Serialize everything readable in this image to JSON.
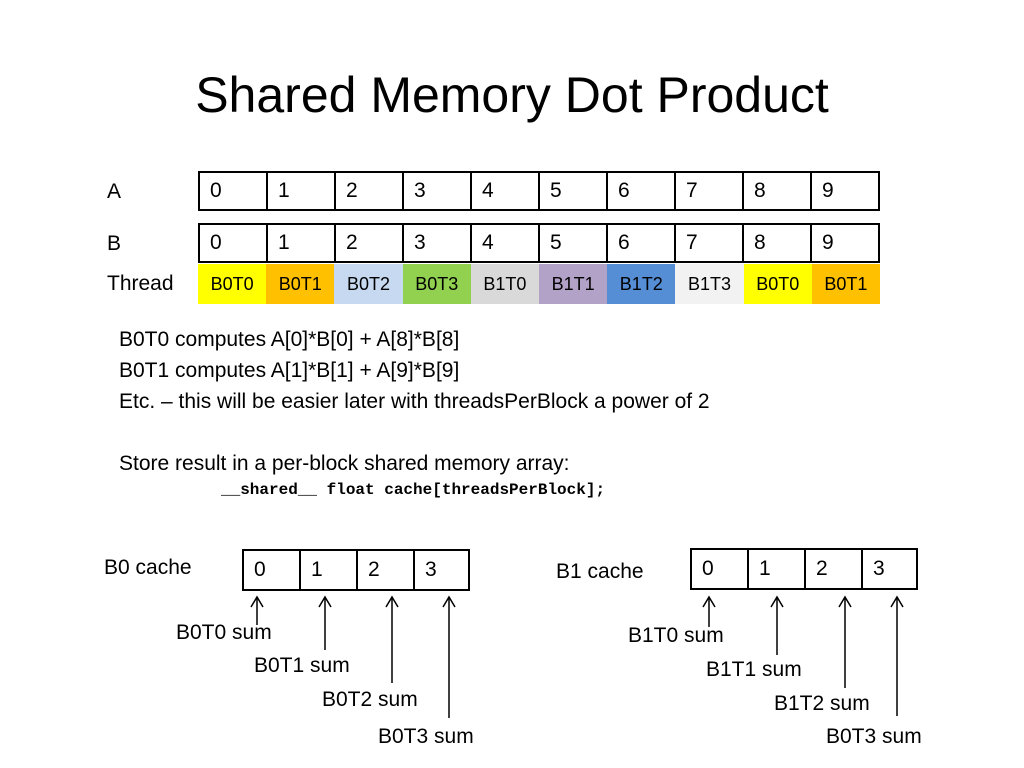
{
  "title": "Shared Memory Dot Product",
  "array_a": {
    "label": "A",
    "cells": [
      "0",
      "1",
      "2",
      "3",
      "4",
      "5",
      "6",
      "7",
      "8",
      "9"
    ]
  },
  "array_b": {
    "label": "B",
    "cells": [
      "0",
      "1",
      "2",
      "3",
      "4",
      "5",
      "6",
      "7",
      "8",
      "9"
    ]
  },
  "threads": {
    "label": "Thread",
    "cells": [
      {
        "text": "B0T0",
        "color": "#ffff00"
      },
      {
        "text": "B0T1",
        "color": "#ffc000"
      },
      {
        "text": "B0T2",
        "color": "#c6d9f1"
      },
      {
        "text": "B0T3",
        "color": "#92d050"
      },
      {
        "text": "B1T0",
        "color": "#d9d9d9"
      },
      {
        "text": "B1T1",
        "color": "#b3a2c7"
      },
      {
        "text": "B1T2",
        "color": "#558ed5"
      },
      {
        "text": "B1T3",
        "color": "#f2f2f2"
      },
      {
        "text": "B0T0",
        "color": "#ffff00"
      },
      {
        "text": "B0T1",
        "color": "#ffc000"
      }
    ]
  },
  "body_lines": [
    "B0T0 computes A[0]*B[0] + A[8]*B[8]",
    "B0T1 computes A[1]*B[1] + A[9]*B[9]",
    "Etc. – this will be easier later with threadsPerBlock a power of 2",
    "Store result in a per-block shared memory array:"
  ],
  "code_line": "__shared__ float cache[threadsPerBlock];",
  "cache_b0": {
    "label": "B0 cache",
    "cells": [
      "0",
      "1",
      "2",
      "3"
    ],
    "sums": [
      "B0T0 sum",
      "B0T1 sum",
      "B0T2 sum",
      "B0T3 sum"
    ]
  },
  "cache_b1": {
    "label": "B1 cache",
    "cells": [
      "0",
      "1",
      "2",
      "3"
    ],
    "sums": [
      "B1T0 sum",
      "B1T1 sum",
      "B1T2 sum",
      "B0T3 sum"
    ]
  }
}
